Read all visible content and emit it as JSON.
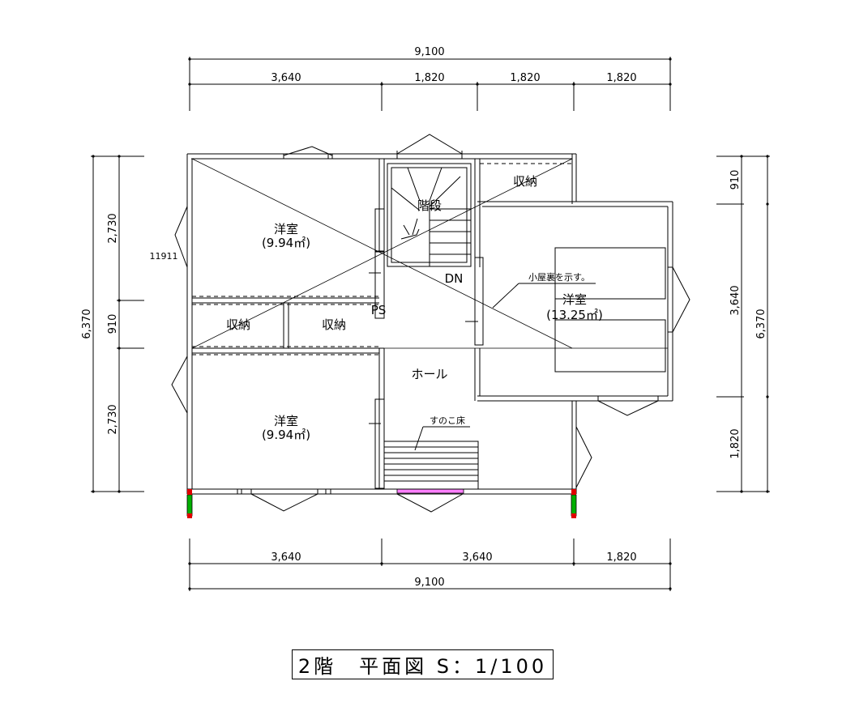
{
  "floor_plan": {
    "title": "2階　平面図 S：1/100",
    "dimensions": {
      "top_total": "9,100",
      "top_segments": [
        "3,640",
        "1,820",
        "1,820",
        "1,820"
      ],
      "bottom_segments": [
        "3,640",
        "3,640",
        "1,820"
      ],
      "bottom_total": "9,100",
      "left_total": "6,370",
      "left_segments": [
        "2,730",
        "910",
        "2,730"
      ],
      "right_total": "6,370",
      "right_segments": [
        "910",
        "3,640",
        "1,820"
      ]
    },
    "rooms": {
      "western_room_top_name": "洋室",
      "western_room_top_area": "(9.94㎡)",
      "western_room_bottom_name": "洋室",
      "western_room_bottom_area": "(9.94㎡)",
      "western_room_right_name": "洋室",
      "western_room_right_area": "(13.25㎡)",
      "storage_left": "収納",
      "storage_center": "収納",
      "storage_top_right": "収納",
      "stairs": "階段",
      "hall": "ホール"
    },
    "annotations": {
      "stair_down": "DN",
      "pipe_space": "PS",
      "attic_note": "小屋裏を示す。",
      "slatted_floor": "すのこ床",
      "window_code": "11911"
    },
    "colors": {
      "lines": "#000000",
      "column_green": "#00b000",
      "column_red": "#e00000",
      "balcony_pink": "#ff80ff"
    }
  }
}
